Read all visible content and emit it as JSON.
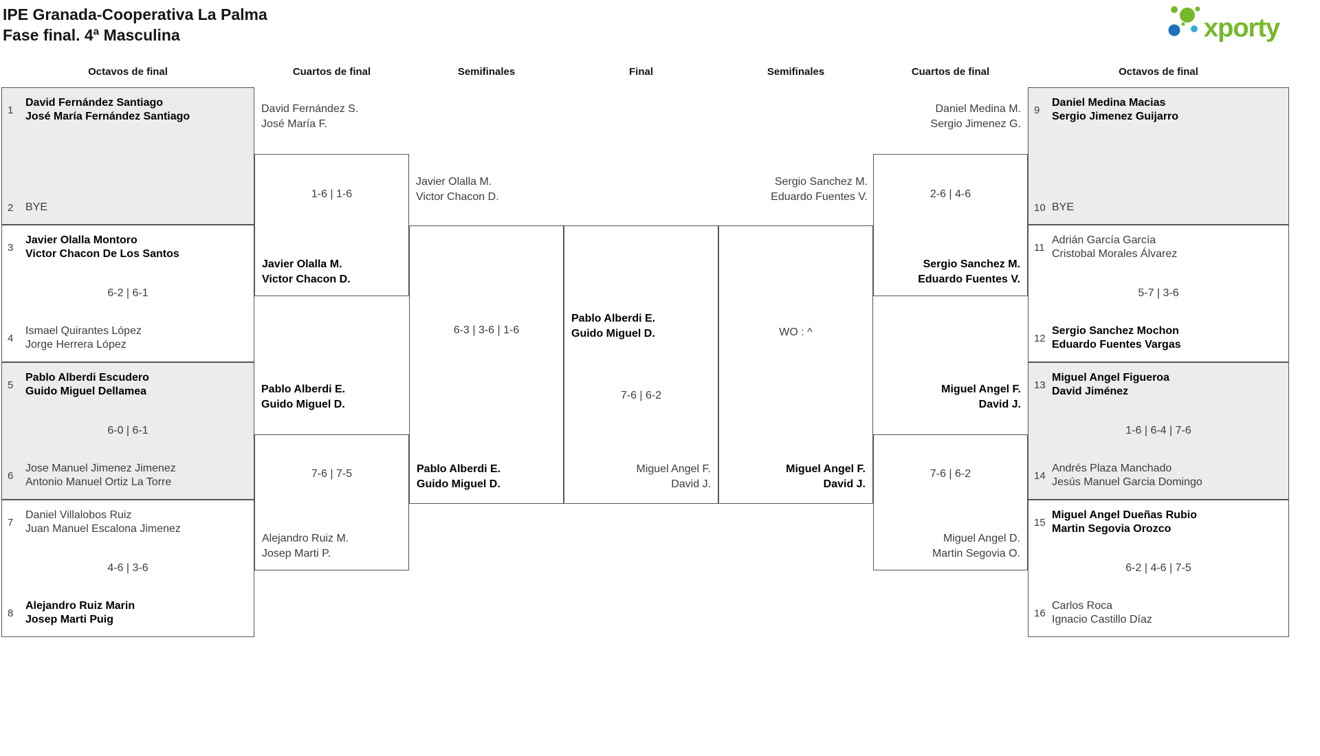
{
  "title": {
    "line1": "IPE Granada-Cooperativa La Palma",
    "line2": "Fase final. 4ª Masculina"
  },
  "logo": {
    "brand": "xporty"
  },
  "colors": {
    "accent_green": "#76b82a",
    "accent_blue": "#1d71b8",
    "accent_lightblue": "#36a9e1",
    "box_gray": "#ececec",
    "border": "#55555a"
  },
  "rounds": [
    "Octavos de final",
    "Cuartos de final",
    "Semifinales",
    "Final",
    "Semifinales",
    "Cuartos de final",
    "Octavos de final"
  ],
  "octavos_left": [
    {
      "top_seed": "1",
      "top_team": [
        "David Fernández Santiago",
        "José María Fernández Santiago"
      ],
      "top_winner": true,
      "score": "",
      "bottom_seed": "2",
      "bottom_team": [
        "BYE"
      ],
      "bottom_winner": false
    },
    {
      "top_seed": "3",
      "top_team": [
        "Javier Olalla Montoro",
        "Victor Chacon De Los Santos"
      ],
      "top_winner": true,
      "score": "6-2 | 6-1",
      "bottom_seed": "4",
      "bottom_team": [
        "Ismael Quirantes López",
        "Jorge Herrera López"
      ],
      "bottom_winner": false
    },
    {
      "top_seed": "5",
      "top_team": [
        "Pablo Alberdi Escudero",
        "Guido Miguel Dellamea"
      ],
      "top_winner": true,
      "score": "6-0 | 6-1",
      "bottom_seed": "6",
      "bottom_team": [
        "Jose Manuel Jimenez Jimenez",
        "Antonio Manuel Ortiz La Torre"
      ],
      "bottom_winner": false
    },
    {
      "top_seed": "7",
      "top_team": [
        "Daniel Villalobos Ruiz",
        "Juan Manuel Escalona Jimenez"
      ],
      "top_winner": false,
      "score": "4-6 | 3-6",
      "bottom_seed": "8",
      "bottom_team": [
        "Alejandro Ruiz Marin",
        "Josep Marti Puig"
      ],
      "bottom_winner": true
    }
  ],
  "cuartos_left": [
    {
      "top_team": [
        "David Fernández S.",
        "José María F."
      ],
      "top_winner": false,
      "score": "1-6 | 1-6",
      "bottom_team": [
        "Javier Olalla M.",
        "Victor Chacon D."
      ],
      "bottom_winner": true
    },
    {
      "top_team": [
        "Pablo Alberdi E.",
        "Guido Miguel D."
      ],
      "top_winner": true,
      "score": "7-6 | 7-5",
      "bottom_team": [
        "Alejandro Ruiz M.",
        "Josep Marti P."
      ],
      "bottom_winner": false
    }
  ],
  "semifinal_left": {
    "top_team": [
      "Javier Olalla M.",
      "Victor Chacon D."
    ],
    "top_winner": false,
    "score": "6-3 | 3-6 | 1-6",
    "bottom_team": [
      "Pablo Alberdi E.",
      "Guido Miguel D."
    ],
    "bottom_winner": true
  },
  "final": {
    "top_team": [
      "Pablo Alberdi E.",
      "Guido Miguel D."
    ],
    "top_winner": true,
    "score": "7-6 | 6-2",
    "bottom_team": [
      "Miguel Angel F.",
      "David J."
    ],
    "bottom_winner": false
  },
  "semifinal_right": {
    "top_team": [
      "Sergio Sanchez M.",
      "Eduardo Fuentes V."
    ],
    "top_winner": false,
    "score": "WO : ^",
    "bottom_team": [
      "Miguel Angel F.",
      "David J."
    ],
    "bottom_winner": true
  },
  "cuartos_right": [
    {
      "top_team": [
        "Daniel Medina M.",
        "Sergio Jimenez G."
      ],
      "top_winner": false,
      "score": "2-6 | 4-6",
      "bottom_team": [
        "Sergio Sanchez M.",
        "Eduardo Fuentes V."
      ],
      "bottom_winner": true
    },
    {
      "top_team": [
        "Miguel Angel F.",
        "David J."
      ],
      "top_winner": true,
      "score": "7-6 | 6-2",
      "bottom_team": [
        "Miguel Angel D.",
        "Martin Segovia O."
      ],
      "bottom_winner": false
    }
  ],
  "octavos_right": [
    {
      "top_seed": "9",
      "top_team": [
        "Daniel Medina Macias",
        "Sergio Jimenez Guijarro"
      ],
      "top_winner": true,
      "score": "",
      "bottom_seed": "10",
      "bottom_team": [
        "BYE"
      ],
      "bottom_winner": false
    },
    {
      "top_seed": "11",
      "top_team": [
        "Adrián García García",
        "Cristobal Morales Álvarez"
      ],
      "top_winner": false,
      "score": "5-7 | 3-6",
      "bottom_seed": "12",
      "bottom_team": [
        "Sergio Sanchez Mochon",
        "Eduardo Fuentes Vargas"
      ],
      "bottom_winner": true
    },
    {
      "top_seed": "13",
      "top_team": [
        "Miguel Angel Figueroa",
        "David Jiménez"
      ],
      "top_winner": true,
      "score": "1-6 | 6-4 | 7-6",
      "bottom_seed": "14",
      "bottom_team": [
        "Andrés Plaza Manchado",
        "Jesús Manuel Garcia Domingo"
      ],
      "bottom_winner": false
    },
    {
      "top_seed": "15",
      "top_team": [
        "Miguel Angel Dueñas Rubio",
        "Martin Segovia Orozco"
      ],
      "top_winner": true,
      "score": "6-2 | 4-6 | 7-5",
      "bottom_seed": "16",
      "bottom_team": [
        "Carlos Roca",
        "Ignacio Castillo Díaz"
      ],
      "bottom_winner": false
    }
  ]
}
